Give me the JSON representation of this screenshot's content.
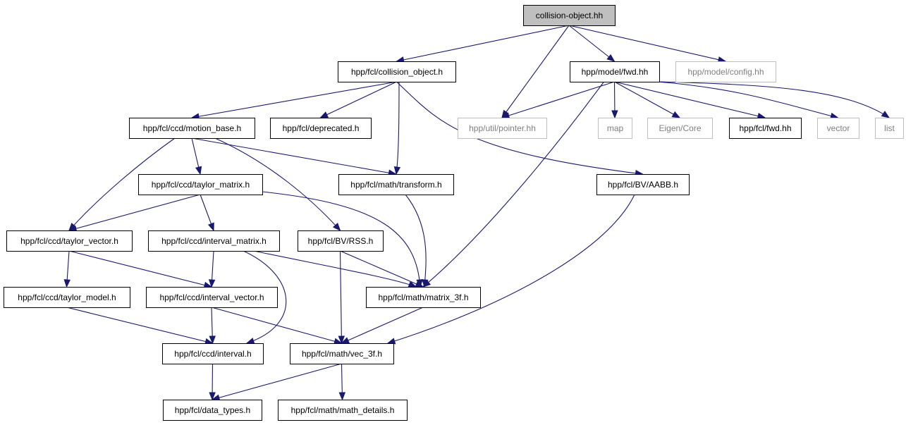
{
  "diagram": {
    "colors": {
      "edge": "#191970",
      "root_fill": "#bfbfbf",
      "external_border": "#bfbfbf",
      "external_text": "#7f7f7f",
      "node_border": "#000000"
    },
    "nodes": [
      {
        "id": "root",
        "label": "collision-object.hh",
        "style": "root"
      },
      {
        "id": "collision_object",
        "label": "hpp/fcl/collision_object.h",
        "style": "normal"
      },
      {
        "id": "util_pointer",
        "label": "hpp/util/pointer.hh",
        "style": "external"
      },
      {
        "id": "model_fwd",
        "label": "hpp/model/fwd.hh",
        "style": "normal"
      },
      {
        "id": "model_config",
        "label": "hpp/model/config.hh",
        "style": "external"
      },
      {
        "id": "motion_base",
        "label": "hpp/fcl/ccd/motion_base.h",
        "style": "normal"
      },
      {
        "id": "deprecated",
        "label": "hpp/fcl/deprecated.h",
        "style": "normal"
      },
      {
        "id": "map",
        "label": "map",
        "style": "external"
      },
      {
        "id": "eigen_core",
        "label": "Eigen/Core",
        "style": "external"
      },
      {
        "id": "fcl_fwd",
        "label": "hpp/fcl/fwd.hh",
        "style": "normal"
      },
      {
        "id": "vector",
        "label": "vector",
        "style": "external"
      },
      {
        "id": "list",
        "label": "list",
        "style": "external"
      },
      {
        "id": "taylor_matrix",
        "label": "hpp/fcl/ccd/taylor_matrix.h",
        "style": "normal"
      },
      {
        "id": "transform",
        "label": "hpp/fcl/math/transform.h",
        "style": "normal"
      },
      {
        "id": "aabb",
        "label": "hpp/fcl/BV/AABB.h",
        "style": "normal"
      },
      {
        "id": "taylor_vector",
        "label": "hpp/fcl/ccd/taylor_vector.h",
        "style": "normal"
      },
      {
        "id": "interval_matrix",
        "label": "hpp/fcl/ccd/interval_matrix.h",
        "style": "normal"
      },
      {
        "id": "rss",
        "label": "hpp/fcl/BV/RSS.h",
        "style": "normal"
      },
      {
        "id": "taylor_model",
        "label": "hpp/fcl/ccd/taylor_model.h",
        "style": "normal"
      },
      {
        "id": "interval_vector",
        "label": "hpp/fcl/ccd/interval_vector.h",
        "style": "normal"
      },
      {
        "id": "matrix_3f",
        "label": "hpp/fcl/math/matrix_3f.h",
        "style": "normal"
      },
      {
        "id": "interval",
        "label": "hpp/fcl/ccd/interval.h",
        "style": "normal"
      },
      {
        "id": "vec_3f",
        "label": "hpp/fcl/math/vec_3f.h",
        "style": "normal"
      },
      {
        "id": "data_types",
        "label": "hpp/fcl/data_types.h",
        "style": "normal"
      },
      {
        "id": "math_details",
        "label": "hpp/fcl/math/math_details.h",
        "style": "normal"
      }
    ],
    "edges": [
      {
        "from": "root",
        "to": "collision_object"
      },
      {
        "from": "root",
        "to": "util_pointer"
      },
      {
        "from": "root",
        "to": "model_fwd"
      },
      {
        "from": "root",
        "to": "model_config"
      },
      {
        "from": "collision_object",
        "to": "motion_base"
      },
      {
        "from": "collision_object",
        "to": "deprecated"
      },
      {
        "from": "collision_object",
        "to": "transform"
      },
      {
        "from": "collision_object",
        "to": "aabb"
      },
      {
        "from": "model_fwd",
        "to": "util_pointer"
      },
      {
        "from": "model_fwd",
        "to": "map"
      },
      {
        "from": "model_fwd",
        "to": "eigen_core"
      },
      {
        "from": "model_fwd",
        "to": "fcl_fwd"
      },
      {
        "from": "model_fwd",
        "to": "vector"
      },
      {
        "from": "model_fwd",
        "to": "list"
      },
      {
        "from": "model_fwd",
        "to": "matrix_3f"
      },
      {
        "from": "motion_base",
        "to": "taylor_matrix"
      },
      {
        "from": "motion_base",
        "to": "taylor_vector"
      },
      {
        "from": "motion_base",
        "to": "transform"
      },
      {
        "from": "motion_base",
        "to": "rss"
      },
      {
        "from": "taylor_matrix",
        "to": "taylor_vector"
      },
      {
        "from": "taylor_matrix",
        "to": "interval_matrix"
      },
      {
        "from": "taylor_matrix",
        "to": "matrix_3f"
      },
      {
        "from": "transform",
        "to": "matrix_3f"
      },
      {
        "from": "aabb",
        "to": "vec_3f"
      },
      {
        "from": "taylor_vector",
        "to": "taylor_model"
      },
      {
        "from": "taylor_vector",
        "to": "interval_vector"
      },
      {
        "from": "interval_matrix",
        "to": "interval_vector"
      },
      {
        "from": "interval_matrix",
        "to": "interval"
      },
      {
        "from": "interval_matrix",
        "to": "matrix_3f"
      },
      {
        "from": "rss",
        "to": "matrix_3f"
      },
      {
        "from": "rss",
        "to": "vec_3f"
      },
      {
        "from": "taylor_model",
        "to": "interval"
      },
      {
        "from": "interval_vector",
        "to": "interval"
      },
      {
        "from": "interval_vector",
        "to": "vec_3f"
      },
      {
        "from": "matrix_3f",
        "to": "vec_3f"
      },
      {
        "from": "interval",
        "to": "data_types"
      },
      {
        "from": "vec_3f",
        "to": "data_types"
      },
      {
        "from": "vec_3f",
        "to": "math_details"
      }
    ]
  }
}
